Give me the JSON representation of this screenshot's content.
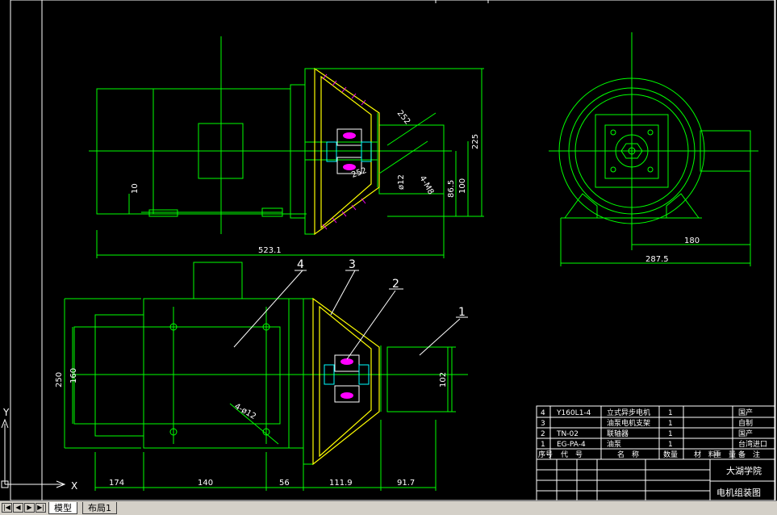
{
  "dimensions": {
    "front_10": "10",
    "front_total_523": "523.1",
    "front_225": "225",
    "front_100": "100",
    "front_86": "86.5",
    "front_phi12": "ø12",
    "front_4m8": "4-M8",
    "front_252a": "252",
    "front_252b": "252",
    "side_180": "180",
    "side_287": "287.5",
    "plan_250": "250",
    "plan_160": "160",
    "plan_102": "102",
    "plan_4phi12": "4-ø12",
    "plan_174": "174",
    "plan_140": "140",
    "plan_56": "56",
    "plan_111": "111.9",
    "plan_91": "91.7"
  },
  "balloons": [
    "4",
    "3",
    "2",
    "1"
  ],
  "bom": {
    "rows": [
      {
        "no": "4",
        "code": "Y160L1-4",
        "name": "立式异步电机",
        "qty": "1",
        "note": "国产"
      },
      {
        "no": "3",
        "code": "",
        "name": "油泵电机支架",
        "qty": "1",
        "note": "自制"
      },
      {
        "no": "2",
        "code": "TN-02",
        "name": "联轴器",
        "qty": "1",
        "note": "国产"
      },
      {
        "no": "1",
        "code": "EG-PA-4",
        "name": "油泵",
        "qty": "1",
        "note": "台湾进口"
      }
    ],
    "header": {
      "no": "序号",
      "code": "代　号",
      "name": "名　称",
      "qty": "数量",
      "material": "材　料",
      "weight": "重　量",
      "note": "备　注"
    }
  },
  "title_block": {
    "school": "大湖学院",
    "drawing_name": "电机组装图"
  },
  "ucs": {
    "y_label": "Y",
    "x_label": "X"
  },
  "tabs": {
    "model": "模型",
    "layout1": "布局1"
  },
  "nav": {
    "first": "|◀",
    "prev": "◀",
    "next": "▶",
    "last": "▶|"
  },
  "colors": {
    "bg": "#000000",
    "green": "#00ff00",
    "yellow": "#ffff00",
    "white": "#ffffff",
    "magenta": "#ff00ff",
    "cyan": "#00ffff",
    "purple": "#c080ff"
  }
}
